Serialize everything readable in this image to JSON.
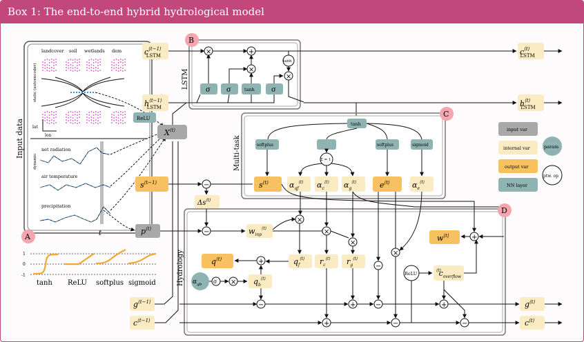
{
  "box": {
    "title": "Box 1: The end-to-end hybrid hydrological model"
  },
  "sections": {
    "input": "Input data",
    "lstm": "LSTM",
    "multitask": "Multi-task",
    "hydrology": "Hydrology"
  },
  "badges": {
    "a": "A",
    "b": "B",
    "c": "C",
    "d": "D"
  },
  "input_panel": {
    "static_cols": [
      "landcover",
      "soil",
      "wetlands",
      "dem"
    ],
    "static_label": "static (autoencoder)",
    "lat": "lat",
    "lon": "lon",
    "dynamic_label": "dynamic",
    "series": [
      "net radiation",
      "air temperature",
      "precipitation"
    ],
    "t": "t",
    "relu": "ReLU"
  },
  "legend": {
    "input_var": "input var",
    "internal_var": "internal var",
    "output_var": "output var",
    "nn_layer": "NN layer",
    "param": "param",
    "ptw_op": "ptw. op"
  },
  "activations": {
    "tick_top": "1",
    "tick_mid": "0",
    "tick_bot": "-1",
    "names": [
      "tanh",
      "ReLU",
      "softplus",
      "sigmoid"
    ]
  },
  "nn_labels": {
    "sigma": "σ",
    "tanh": "tanh",
    "softplus": "softplus",
    "sigmoid": "sigmoid",
    "relu": "ReLU",
    "sum1": "Σ = 1"
  },
  "ops": {
    "times": "×",
    "plus": "+",
    "minus": "−"
  },
  "vars": {
    "X": "X",
    "t_sup": "⟨t⟩",
    "tm1_sup": "⟨t−1⟩",
    "c_lstm": "c",
    "h_lstm": "h",
    "lstm_sub": "LSTM",
    "s": "s",
    "delta_s": "Δs",
    "p": "p",
    "e": "e",
    "w": "w",
    "q": "q",
    "g": "g",
    "cvar": "c",
    "alpha": "α",
    "r": "r",
    "sub_qf": "qf",
    "sub_c": "c",
    "sub_g": "g",
    "sub_e": "e",
    "sub_qb": "qb",
    "sub_inp": "inp",
    "sub_f": "f",
    "sub_b": "b",
    "sub_overflow": "overflow"
  }
}
